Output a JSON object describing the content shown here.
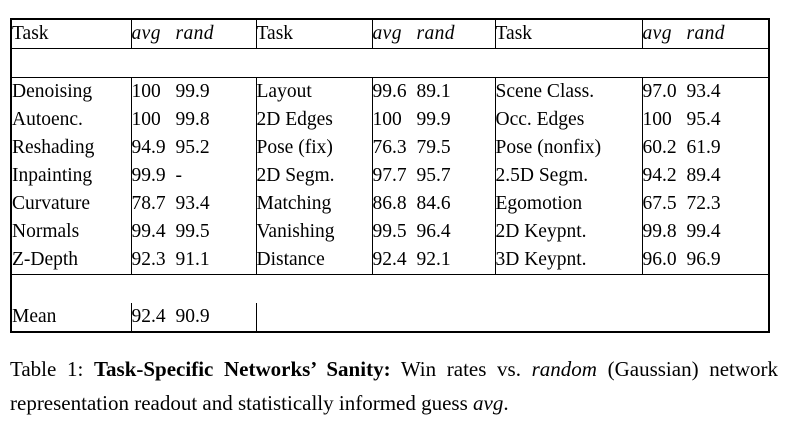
{
  "document": {
    "type": "academic-paper-table-figure"
  },
  "table": {
    "headers": {
      "task": "Task",
      "avg": "avg",
      "rand": "rand"
    },
    "column_groups": [
      {
        "group_index": 1,
        "rows": [
          {
            "task": "Denoising",
            "avg": "100",
            "rand": "99.9"
          },
          {
            "task": "Autoenc.",
            "avg": "100",
            "rand": "99.8"
          },
          {
            "task": "Reshading",
            "avg": "94.9",
            "rand": "95.2"
          },
          {
            "task": "Inpainting",
            "avg": "99.9",
            "rand": "-"
          },
          {
            "task": "Curvature",
            "avg": "78.7",
            "rand": "93.4"
          },
          {
            "task": "Normals",
            "avg": "99.4",
            "rand": "99.5"
          },
          {
            "task": "Z-Depth",
            "avg": "92.3",
            "rand": "91.1"
          }
        ],
        "summary": {
          "task": "Mean",
          "avg": "92.4",
          "rand": "90.9"
        }
      },
      {
        "group_index": 2,
        "rows": [
          {
            "task": "Layout",
            "avg": "99.6",
            "rand": "89.1"
          },
          {
            "task": "2D Edges",
            "avg": "100",
            "rand": "99.9"
          },
          {
            "task": "Pose (fix)",
            "avg": "76.3",
            "rand": "79.5"
          },
          {
            "task": "2D Segm.",
            "avg": "97.7",
            "rand": "95.7"
          },
          {
            "task": "Matching",
            "avg": "86.8",
            "rand": "84.6"
          },
          {
            "task": "Vanishing",
            "avg": "99.5",
            "rand": "96.4"
          },
          {
            "task": "Distance",
            "avg": "92.4",
            "rand": "92.1"
          }
        ],
        "summary": {
          "task": "",
          "avg": "",
          "rand": ""
        }
      },
      {
        "group_index": 3,
        "rows": [
          {
            "task": "Scene Class.",
            "avg": "97.0",
            "rand": "93.4"
          },
          {
            "task": "Occ. Edges",
            "avg": "100",
            "rand": "95.4"
          },
          {
            "task": "Pose (nonfix)",
            "avg": "60.2",
            "rand": "61.9"
          },
          {
            "task": "2.5D Segm.",
            "avg": "94.2",
            "rand": "89.4"
          },
          {
            "task": "Egomotion",
            "avg": "67.5",
            "rand": "72.3"
          },
          {
            "task": "2D Keypnt.",
            "avg": "99.8",
            "rand": "99.4"
          },
          {
            "task": "3D Keypnt.",
            "avg": "96.0",
            "rand": "96.9"
          }
        ],
        "summary": {
          "task": "",
          "avg": "",
          "rand": ""
        }
      }
    ]
  },
  "caption": {
    "label": "Table 1:",
    "title": "Task-Specific Networks’ Sanity:",
    "body_part1": " Win rates vs. ",
    "body_italic1": "random",
    "body_part2": " (Gaussian) network representation readout and statistically informed guess ",
    "body_italic2": "avg",
    "body_part3": "."
  }
}
